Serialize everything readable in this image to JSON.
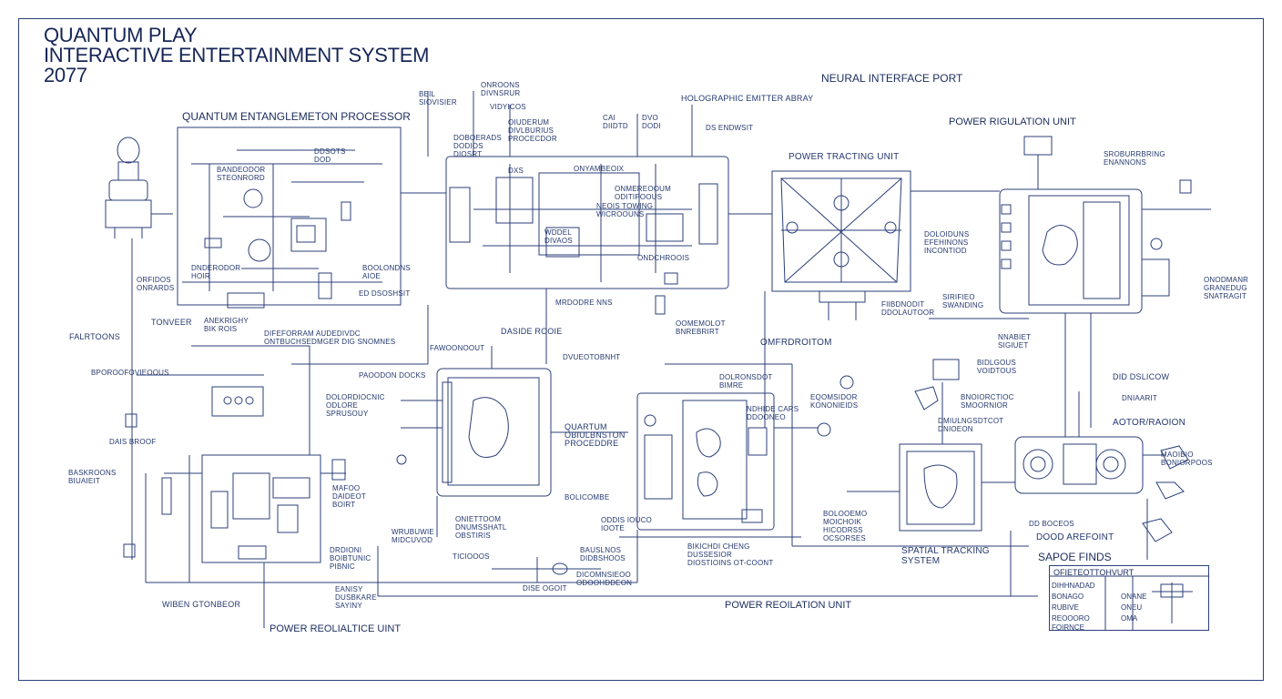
{
  "title": {
    "line1": "QUANTUM PLAY",
    "line2": "INTERACTIVE ENTERTAINMENT SYSTEM",
    "line3": "2077"
  },
  "major_labels": {
    "quantum_processor": "QUANTUM ENTANGLEMETON PROCESSOR",
    "holographic_array": "HOLOGRAPHIC EMITTER ABRAY",
    "neural_port": "NEURAL INTERFACE PORT",
    "power_regulation_top": "POWER RIGULATION UNIT",
    "power_tracking": "POWER TRACTING UNIT",
    "quantum_processor_lower": "QUARTUM\nOBIULBNSTON\nPROCEDDRE",
    "spatial_tracking": "SPATIAL TRACKING\nSYSTEM",
    "power_reg_bottom_center": "POWER REOILATION UNIT",
    "power_reg_bottom_left": "POWER REOLIALTICE UINT",
    "adapter_bottom_right": "DOOD AREFOINT",
    "actuator_right": "AOTOR/RAOION",
    "feature_left": "FALRTOONS",
    "tower_left": "TONVEER",
    "overplotter": "OMFRDROITOM"
  },
  "small_labels": [
    "BEIL\nSIOVISIER",
    "ONROONS\nDIVNSRUR",
    "VIDYICOS",
    "OIUDERUM\nDIVLBURIUS\nPROCECDOR",
    "DOBOERADS\nDODIOS\nDIOSRT",
    "CAI\nDIIDTD",
    "DVO\nDODI",
    "DS ENDWSIT",
    "DDSOTS\nDOD",
    "BANDEODOR\nSTEONRORD",
    "DXS",
    "ONYAMBEOIX",
    "NEOIS TOWING\nWICROOUNS",
    "ONMEREOOUM\nODITIPOOUS",
    "WDDEL\nDIVAOS",
    "ONDCHROOIS",
    "BOOLONDNS\nAIOE",
    "ED DSOSHSIT",
    "MRDODRE NNS",
    "DNDERODOR\nHOIR",
    "ORFIDOS\nONRARDS",
    "ANEKRIGHY\nBIK ROIS",
    "DIFEFORRAM AUDEDIVDC\nONTBUCHSEDMGER DIG SNOMNES",
    "OOMEMOLOT\nBNREBRIRT",
    "SROBURRBRING\nENANNONS",
    "DOLOIDUNS\nEFEHINONS\nINCONTIOD",
    "SIRIFIEO\nSWANDING",
    "FIIBDNODIT\nDDOLAUTOOR",
    "ONODMANR\nGRANEDUG\nSNATRAGIT",
    "NNABIET\nSIGIUET",
    "BIDLGOUS\nVOIDTOUS",
    "BNOIORCTIOC\nSMOORNIOR",
    "DMIULNGSDTCOT\nDNIOEON",
    "DID DSLICOW",
    "DNIAARIT",
    "DASIDE ROOIE",
    "FAWOONOOUT",
    "DVUEOTOBNHT",
    "PAOODON DOCKS",
    "DOLORDIOCNIC\nODLORE\nSPRUSOUY",
    "DOLRONSDOT\nBIMRE",
    "EQOMSIDOR\nKONONIEIDS",
    "BOLOOEMO\nMOICHOIK\nHICODRSS\nOCSORSES",
    "DD BOCEOS",
    "MAFOO\nDAIDEOT\nBOIRT",
    "MAOIBIO\nBONIORPOOS",
    "DRDIONI\nBOIBTUNIC\nPIBNIC",
    "ONIETTOOM\nDNUMSSHATL\nOBSTIRIS",
    "BOLICOMBE",
    "ODDIS IOUCO\nIOOTE",
    "BAUSLNOS\nDIDBSHOOS",
    "BIKICHDI CHENG\nDUSSESIOR\nDIOSTIOINS OT-COONT",
    "DICOMNSIEOO\nODOOHDDEON",
    "DISE OGOIT",
    "WRUBUWIE\nMIDCUVOD",
    "TICIOOOS",
    "EANISY\nDUSBKARE\nSAYINY",
    "WIBEN GTONBEOR",
    "DAIS BROOF",
    "BASKROONS\nBIUAIEIT",
    "BPOROOFOVIEOOUS",
    "NDHIDE CARS\nDDOONEO"
  ],
  "legend": {
    "title": "SAPOE FINDS",
    "header": "OFIETEOTTOHVURT",
    "rows": [
      {
        "name": "DIHHNADAD",
        "value": ""
      },
      {
        "name": "BONAGO",
        "value": "ONANE"
      },
      {
        "name": "RUBIVE",
        "value": "ONEU"
      },
      {
        "name": "REOOORO",
        "value": "OMA"
      },
      {
        "name": "FOIRNCE",
        "value": ""
      }
    ]
  }
}
